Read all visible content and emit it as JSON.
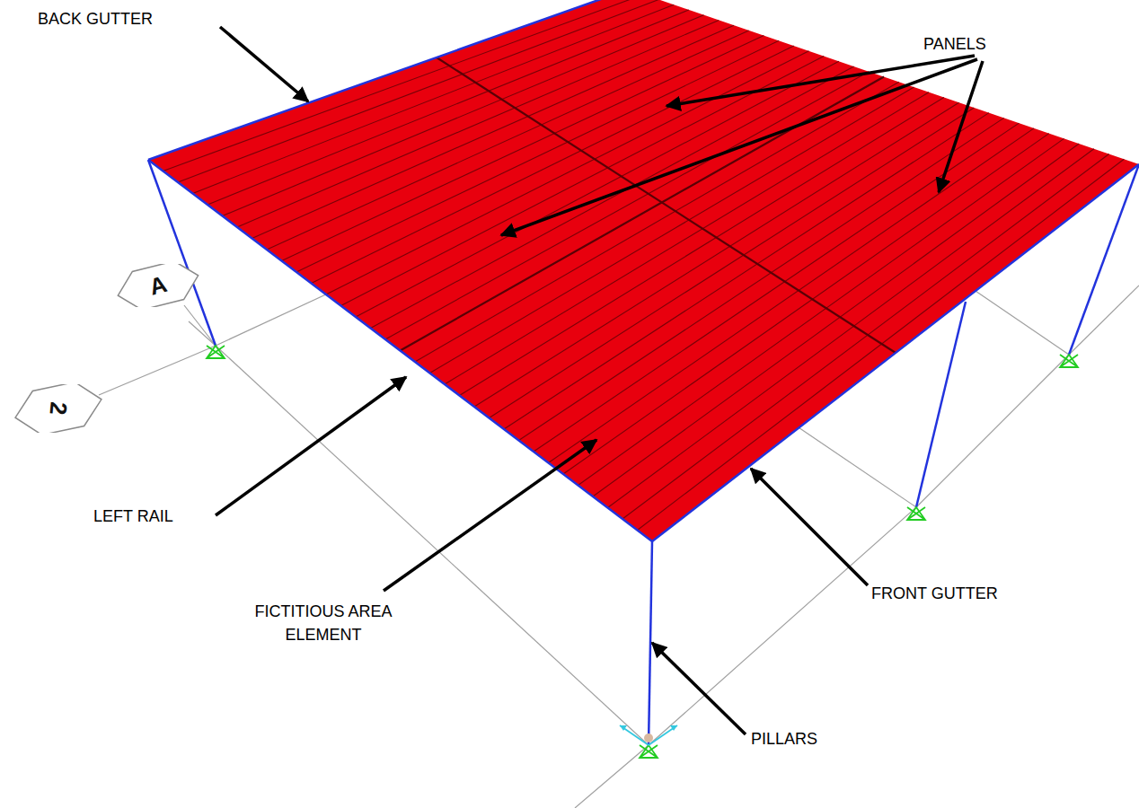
{
  "diagram": {
    "nodes": [
      {
        "text": [
          "A"
        ]
      },
      {
        "text": [
          "2"
        ]
      }
    ],
    "labels": [
      "BACK GUTTER",
      "PANELS",
      "LEFT RAIL",
      "FICTITIOUS AREA ELEMENT",
      "FRONT GUTTER",
      "PILLARS"
    ]
  }
}
